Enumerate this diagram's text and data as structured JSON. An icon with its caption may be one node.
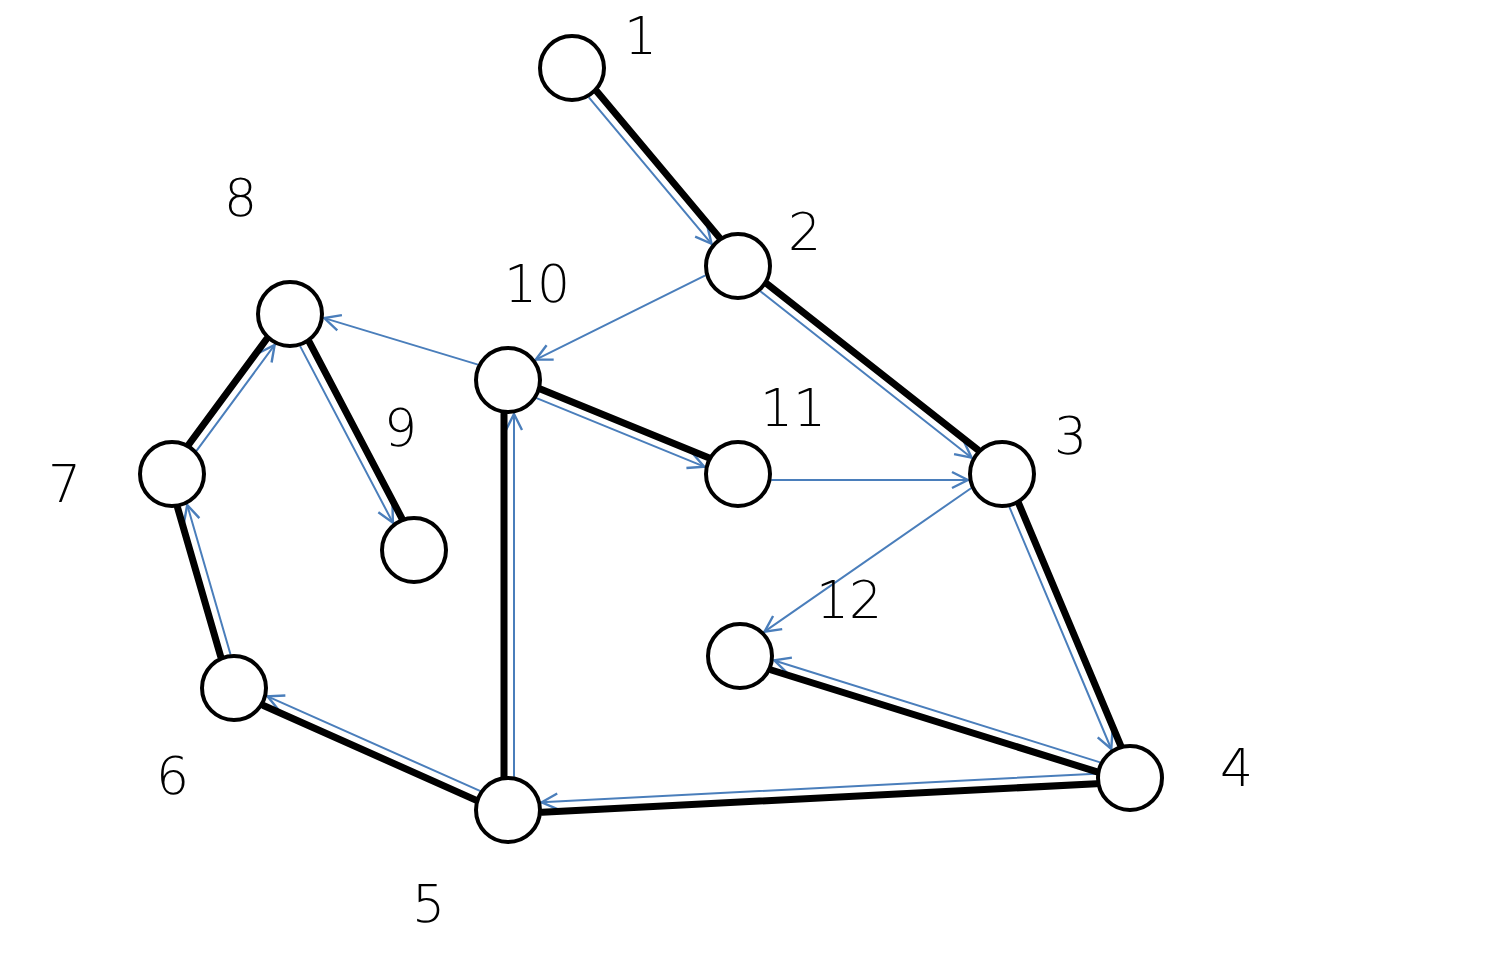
{
  "diagram": {
    "nodes": [
      {
        "text": [],
        "shape": "circle",
        "beside": [
          "1"
        ]
      },
      {
        "text": [],
        "shape": "circle",
        "beside": [
          "2"
        ]
      },
      {
        "text": [],
        "shape": "circle",
        "beside": [
          "3"
        ]
      },
      {
        "text": [],
        "shape": "circle",
        "beside": [
          "4"
        ]
      },
      {
        "text": [],
        "shape": "circle",
        "beside": [
          "5"
        ]
      },
      {
        "text": [],
        "shape": "circle",
        "beside": [
          "6"
        ]
      },
      {
        "text": [],
        "shape": "circle",
        "beside": [
          "7"
        ]
      },
      {
        "text": [],
        "shape": "circle",
        "beside": [
          "8"
        ]
      },
      {
        "text": [],
        "shape": "circle",
        "beside": [
          "9"
        ]
      },
      {
        "text": [],
        "shape": "circle",
        "beside": [
          "10"
        ]
      },
      {
        "text": [],
        "shape": "circle",
        "beside": [
          "11"
        ]
      },
      {
        "text": [],
        "shape": "circle",
        "beside": [
          "12"
        ]
      }
    ],
    "edges": [
      {
        "from": 0,
        "to": 1,
        "arrow": "to"
      },
      {
        "from": 1,
        "to": 9,
        "arrow": "to"
      },
      {
        "from": 1,
        "to": 2,
        "arrow": "to"
      },
      {
        "from": 9,
        "to": 7,
        "arrow": "to"
      },
      {
        "from": 9,
        "to": 10,
        "arrow": "to"
      },
      {
        "from": 10,
        "to": 2,
        "arrow": "to"
      },
      {
        "from": 2,
        "to": 11,
        "arrow": "to"
      },
      {
        "from": 2,
        "to": 3,
        "arrow": "to"
      },
      {
        "from": 3,
        "to": 11,
        "arrow": "to"
      },
      {
        "from": 3,
        "to": 4,
        "arrow": "to"
      },
      {
        "from": 4,
        "to": 9,
        "arrow": "to"
      },
      {
        "from": 4,
        "to": 5,
        "arrow": "to"
      },
      {
        "from": 5,
        "to": 6,
        "arrow": "to"
      },
      {
        "from": 6,
        "to": 7,
        "arrow": "to"
      },
      {
        "from": 7,
        "to": 8,
        "arrow": "to"
      },
      {
        "from": 0,
        "to": 1,
        "arrow": "none",
        "style": "thick",
        "color": "#000000"
      },
      {
        "from": 1,
        "to": 2,
        "arrow": "none",
        "style": "thick",
        "color": "#000000"
      },
      {
        "from": 2,
        "to": 3,
        "arrow": "none",
        "style": "thick",
        "color": "#000000"
      },
      {
        "from": 3,
        "to": 11,
        "arrow": "none",
        "style": "thick",
        "color": "#000000"
      },
      {
        "from": 3,
        "to": 4,
        "arrow": "none",
        "style": "thick",
        "color": "#000000"
      },
      {
        "from": 4,
        "to": 9,
        "arrow": "none",
        "style": "thick",
        "color": "#000000"
      },
      {
        "from": 9,
        "to": 10,
        "arrow": "none",
        "style": "thick",
        "color": "#000000"
      },
      {
        "from": 4,
        "to": 5,
        "arrow": "none",
        "style": "thick",
        "color": "#000000"
      },
      {
        "from": 5,
        "to": 6,
        "arrow": "none",
        "style": "thick",
        "color": "#000000"
      },
      {
        "from": 6,
        "to": 7,
        "arrow": "none",
        "style": "thick",
        "color": "#000000"
      },
      {
        "from": 7,
        "to": 8,
        "arrow": "none",
        "style": "thick",
        "color": "#000000"
      }
    ]
  }
}
